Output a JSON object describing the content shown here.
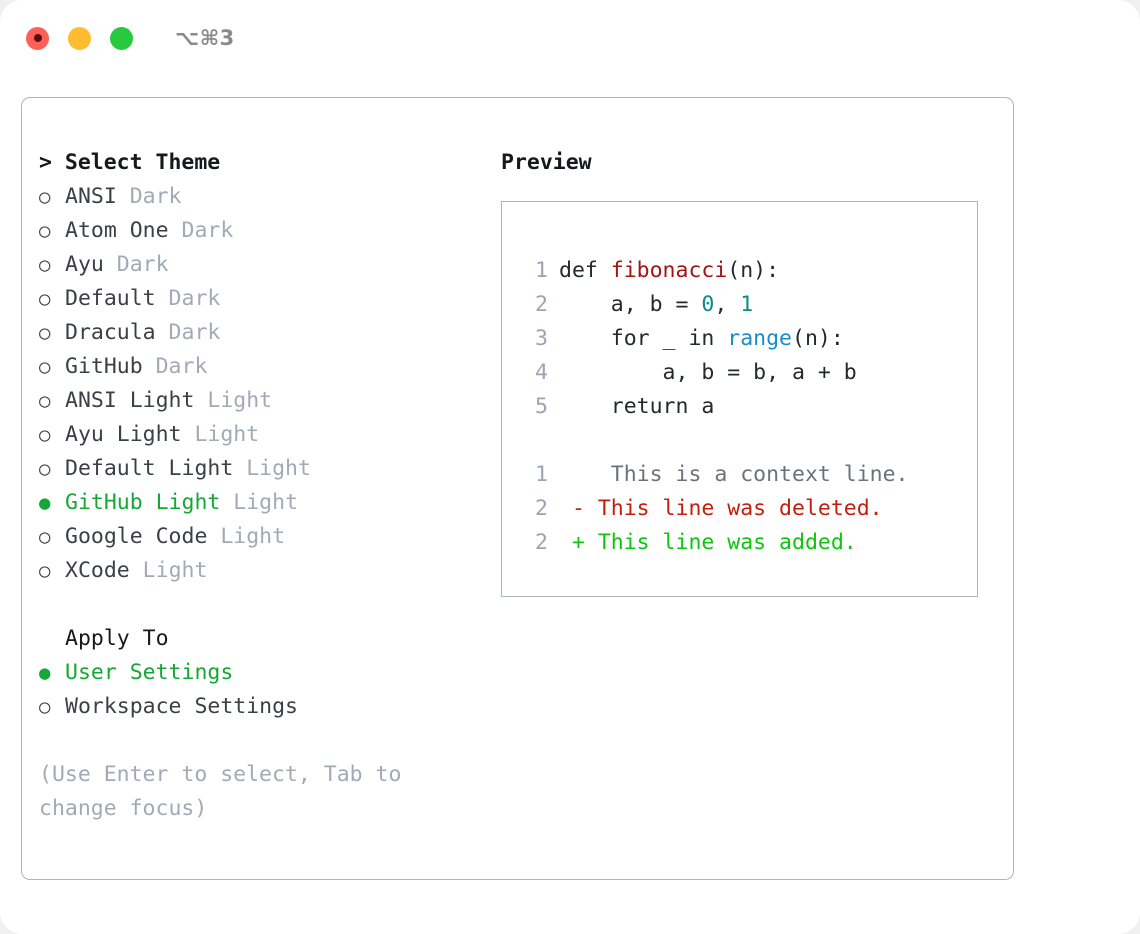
{
  "titlebar": {
    "shortcut": "⌥⌘3",
    "lights": [
      {
        "name": "close",
        "color": "#fd6058"
      },
      {
        "name": "minimize",
        "color": "#febd2e"
      },
      {
        "name": "maximize",
        "color": "#28c83f"
      }
    ]
  },
  "theme_picker": {
    "title": "> Select Theme",
    "items": [
      {
        "label": "ANSI",
        "variant": "Dark",
        "selected": false
      },
      {
        "label": "Atom One",
        "variant": "Dark",
        "selected": false
      },
      {
        "label": "Ayu",
        "variant": "Dark",
        "selected": false
      },
      {
        "label": "Default",
        "variant": "Dark",
        "selected": false
      },
      {
        "label": "Dracula",
        "variant": "Dark",
        "selected": false
      },
      {
        "label": "GitHub",
        "variant": "Dark",
        "selected": false
      },
      {
        "label": "ANSI Light",
        "variant": "Light",
        "selected": false
      },
      {
        "label": "Ayu Light",
        "variant": "Light",
        "selected": false
      },
      {
        "label": "Default Light",
        "variant": "Light",
        "selected": false
      },
      {
        "label": "GitHub Light",
        "variant": "Light",
        "selected": true
      },
      {
        "label": "Google Code",
        "variant": "Light",
        "selected": false
      },
      {
        "label": "XCode",
        "variant": "Light",
        "selected": false
      }
    ],
    "bullet_on": "●",
    "bullet_off": "○"
  },
  "apply_to": {
    "title": "Apply To",
    "options": [
      {
        "label": "User Settings",
        "selected": true
      },
      {
        "label": "Workspace Settings",
        "selected": false
      }
    ]
  },
  "hint": "(Use Enter to select, Tab to change focus)",
  "preview": {
    "title": "Preview",
    "code_lines": [
      {
        "no": "1",
        "segments": [
          {
            "t": "def ",
            "c": "plain"
          },
          {
            "t": "fibonacci",
            "c": "fn"
          },
          {
            "t": "(n):",
            "c": "plain"
          }
        ]
      },
      {
        "no": "2",
        "segments": [
          {
            "t": "    a, b = ",
            "c": "plain"
          },
          {
            "t": "0",
            "c": "num"
          },
          {
            "t": ", ",
            "c": "plain"
          },
          {
            "t": "1",
            "c": "num"
          }
        ]
      },
      {
        "no": "3",
        "segments": [
          {
            "t": "    for _ in ",
            "c": "plain"
          },
          {
            "t": "range",
            "c": "call"
          },
          {
            "t": "(n):",
            "c": "plain"
          }
        ]
      },
      {
        "no": "4",
        "segments": [
          {
            "t": "        a, b = b, a + b",
            "c": "plain"
          }
        ]
      },
      {
        "no": "5",
        "segments": [
          {
            "t": "    return a",
            "c": "plain"
          }
        ]
      }
    ],
    "diff_lines": [
      {
        "no": "1",
        "marker": " ",
        "text": "  This is a context line.",
        "kind": "ctx"
      },
      {
        "no": "2",
        "marker": "-",
        "text": " This line was deleted.",
        "kind": "del"
      },
      {
        "no": "2",
        "marker": "+",
        "text": " This line was added.",
        "kind": "add"
      }
    ]
  },
  "colors": {
    "accent_green": "#16a834",
    "diff_add": "#0fc40f",
    "diff_del": "#c41e0c",
    "fn_name": "#a31515",
    "number": "#0b8a8a",
    "call": "#1a8cc8",
    "muted": "#a2aab6",
    "border": "#adb4c0"
  }
}
